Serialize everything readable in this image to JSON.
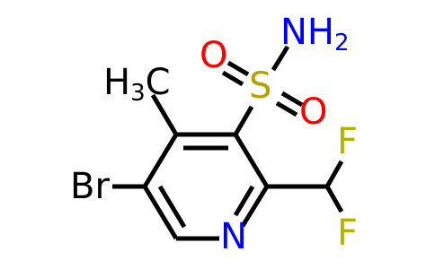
{
  "molecule": {
    "atoms": {
      "br": {
        "text": "Br",
        "color": "#000000"
      },
      "n": {
        "text": "N",
        "color": "#0000ff"
      },
      "s": {
        "text": "S",
        "color": "#b8a000"
      },
      "o1": {
        "text": "O",
        "color": "#ff0000"
      },
      "o2": {
        "text": "O",
        "color": "#ff0000"
      },
      "nh2": {
        "text": "NH",
        "sub": "2",
        "color": "#0000ff"
      },
      "f1": {
        "text": "F",
        "color": "#b3b300"
      },
      "f2": {
        "text": "F",
        "color": "#b3b300"
      },
      "ch3": {
        "text": "H",
        "sub": "3",
        "suffix": "C",
        "color": "#000000"
      }
    },
    "colors": {
      "bond": "#000000",
      "nitrogen": "#0000ff",
      "sulfur": "#b8a000",
      "oxygen": "#ff0000",
      "fluorine": "#b3b300"
    }
  }
}
